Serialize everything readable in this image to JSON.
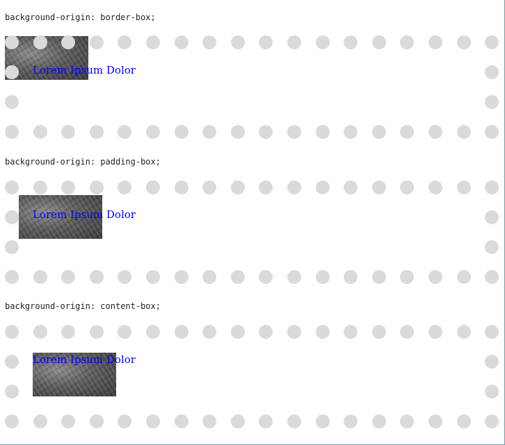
{
  "sections": [
    {
      "label": "background-origin: border-box;",
      "text": "Lorem Ipsum Dolor"
    },
    {
      "label": "background-origin: padding-box;",
      "text": "Lorem Ipsum Dolor"
    },
    {
      "label": "background-origin: content-box;",
      "text": "Lorem Ipsum Dolor"
    }
  ],
  "colors": {
    "dot": "#dadada",
    "text": "#0000ff",
    "frame": "#6f98a6"
  }
}
